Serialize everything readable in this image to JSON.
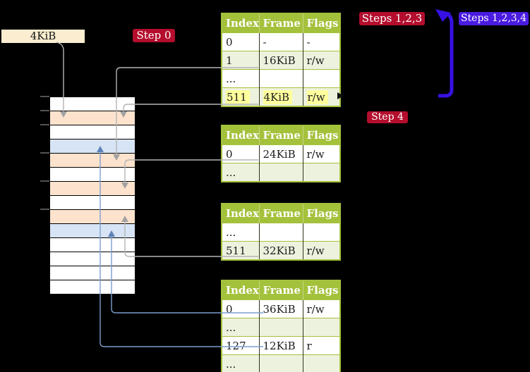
{
  "labels": {
    "page_size": "4KiB",
    "step0": "Step 0",
    "steps123": "Steps 1,2,3",
    "steps1234": "Steps 1,2,3,4",
    "step4": "Step 4"
  },
  "colors": {
    "badge_red": "#b40d2d",
    "badge_blue": "#4a1be0",
    "arrow_blue": "#3711e3",
    "link_gray": "#b4b4b4",
    "link_gray_head": "#a2a2a2",
    "link_blue": "#7d9ecf",
    "link_blue_head": "#5d82b8",
    "table_green": "#a4c13c",
    "row_alt": "#edf2de",
    "highlight_yellow": "#ffff9e",
    "frame_peach": "#fde3cd",
    "frame_blue": "#d7e4f5",
    "label_cream": "#fbeed0"
  },
  "memory_frames": [
    "white",
    "peach",
    "white",
    "blue",
    "peach",
    "white",
    "peach",
    "white",
    "peach",
    "blue",
    "white",
    "white",
    "white",
    "white"
  ],
  "page_tables": [
    {
      "headers": [
        "Index",
        "Frame",
        "Flags"
      ],
      "rows": [
        {
          "cells": [
            "0",
            "-",
            "-"
          ],
          "shaded": false
        },
        {
          "cells": [
            "1",
            "16KiB",
            "r/w"
          ],
          "shaded": true
        },
        {
          "cells": [
            "...",
            "",
            ""
          ],
          "shaded": false
        },
        {
          "cells": [
            "511",
            "4KiB",
            "r/w"
          ],
          "shaded": true,
          "highlight": true
        }
      ]
    },
    {
      "headers": [
        "Index",
        "Frame",
        "Flags"
      ],
      "rows": [
        {
          "cells": [
            "0",
            "24KiB",
            "r/w"
          ],
          "shaded": false
        },
        {
          "cells": [
            "...",
            "",
            ""
          ],
          "shaded": true
        }
      ]
    },
    {
      "headers": [
        "Index",
        "Frame",
        "Flags"
      ],
      "rows": [
        {
          "cells": [
            "...",
            "",
            ""
          ],
          "shaded": false
        },
        {
          "cells": [
            "511",
            "32KiB",
            "r/w"
          ],
          "shaded": true
        }
      ]
    },
    {
      "headers": [
        "Index",
        "Frame",
        "Flags"
      ],
      "rows": [
        {
          "cells": [
            "0",
            "36KiB",
            "r/w"
          ],
          "shaded": false
        },
        {
          "cells": [
            "...",
            "",
            ""
          ],
          "shaded": true
        },
        {
          "cells": [
            "127",
            "12KiB",
            "r"
          ],
          "shaded": false
        },
        {
          "cells": [
            "...",
            "",
            ""
          ],
          "shaded": true
        }
      ]
    }
  ]
}
